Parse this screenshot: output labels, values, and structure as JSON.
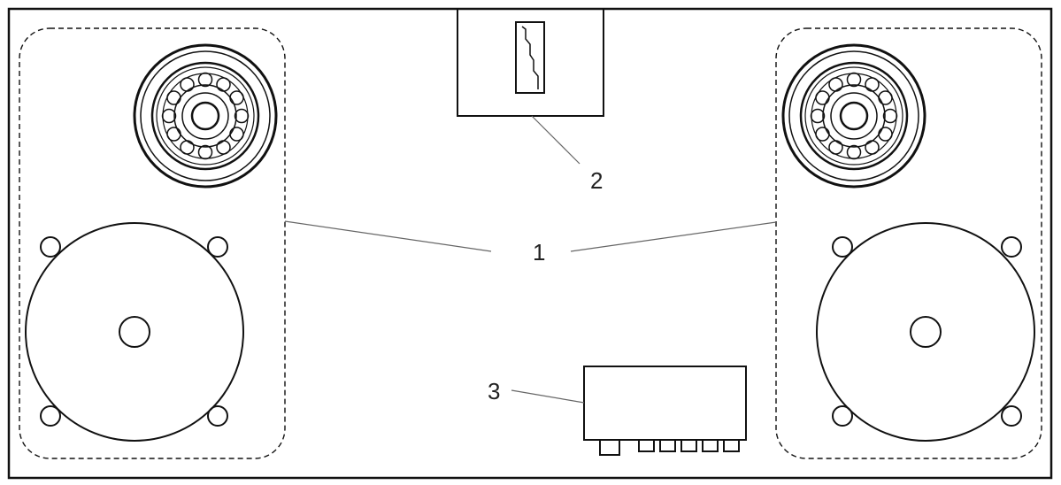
{
  "labels": {
    "speaker_units": "1",
    "display_module": "2",
    "amplifier_box": "3"
  }
}
